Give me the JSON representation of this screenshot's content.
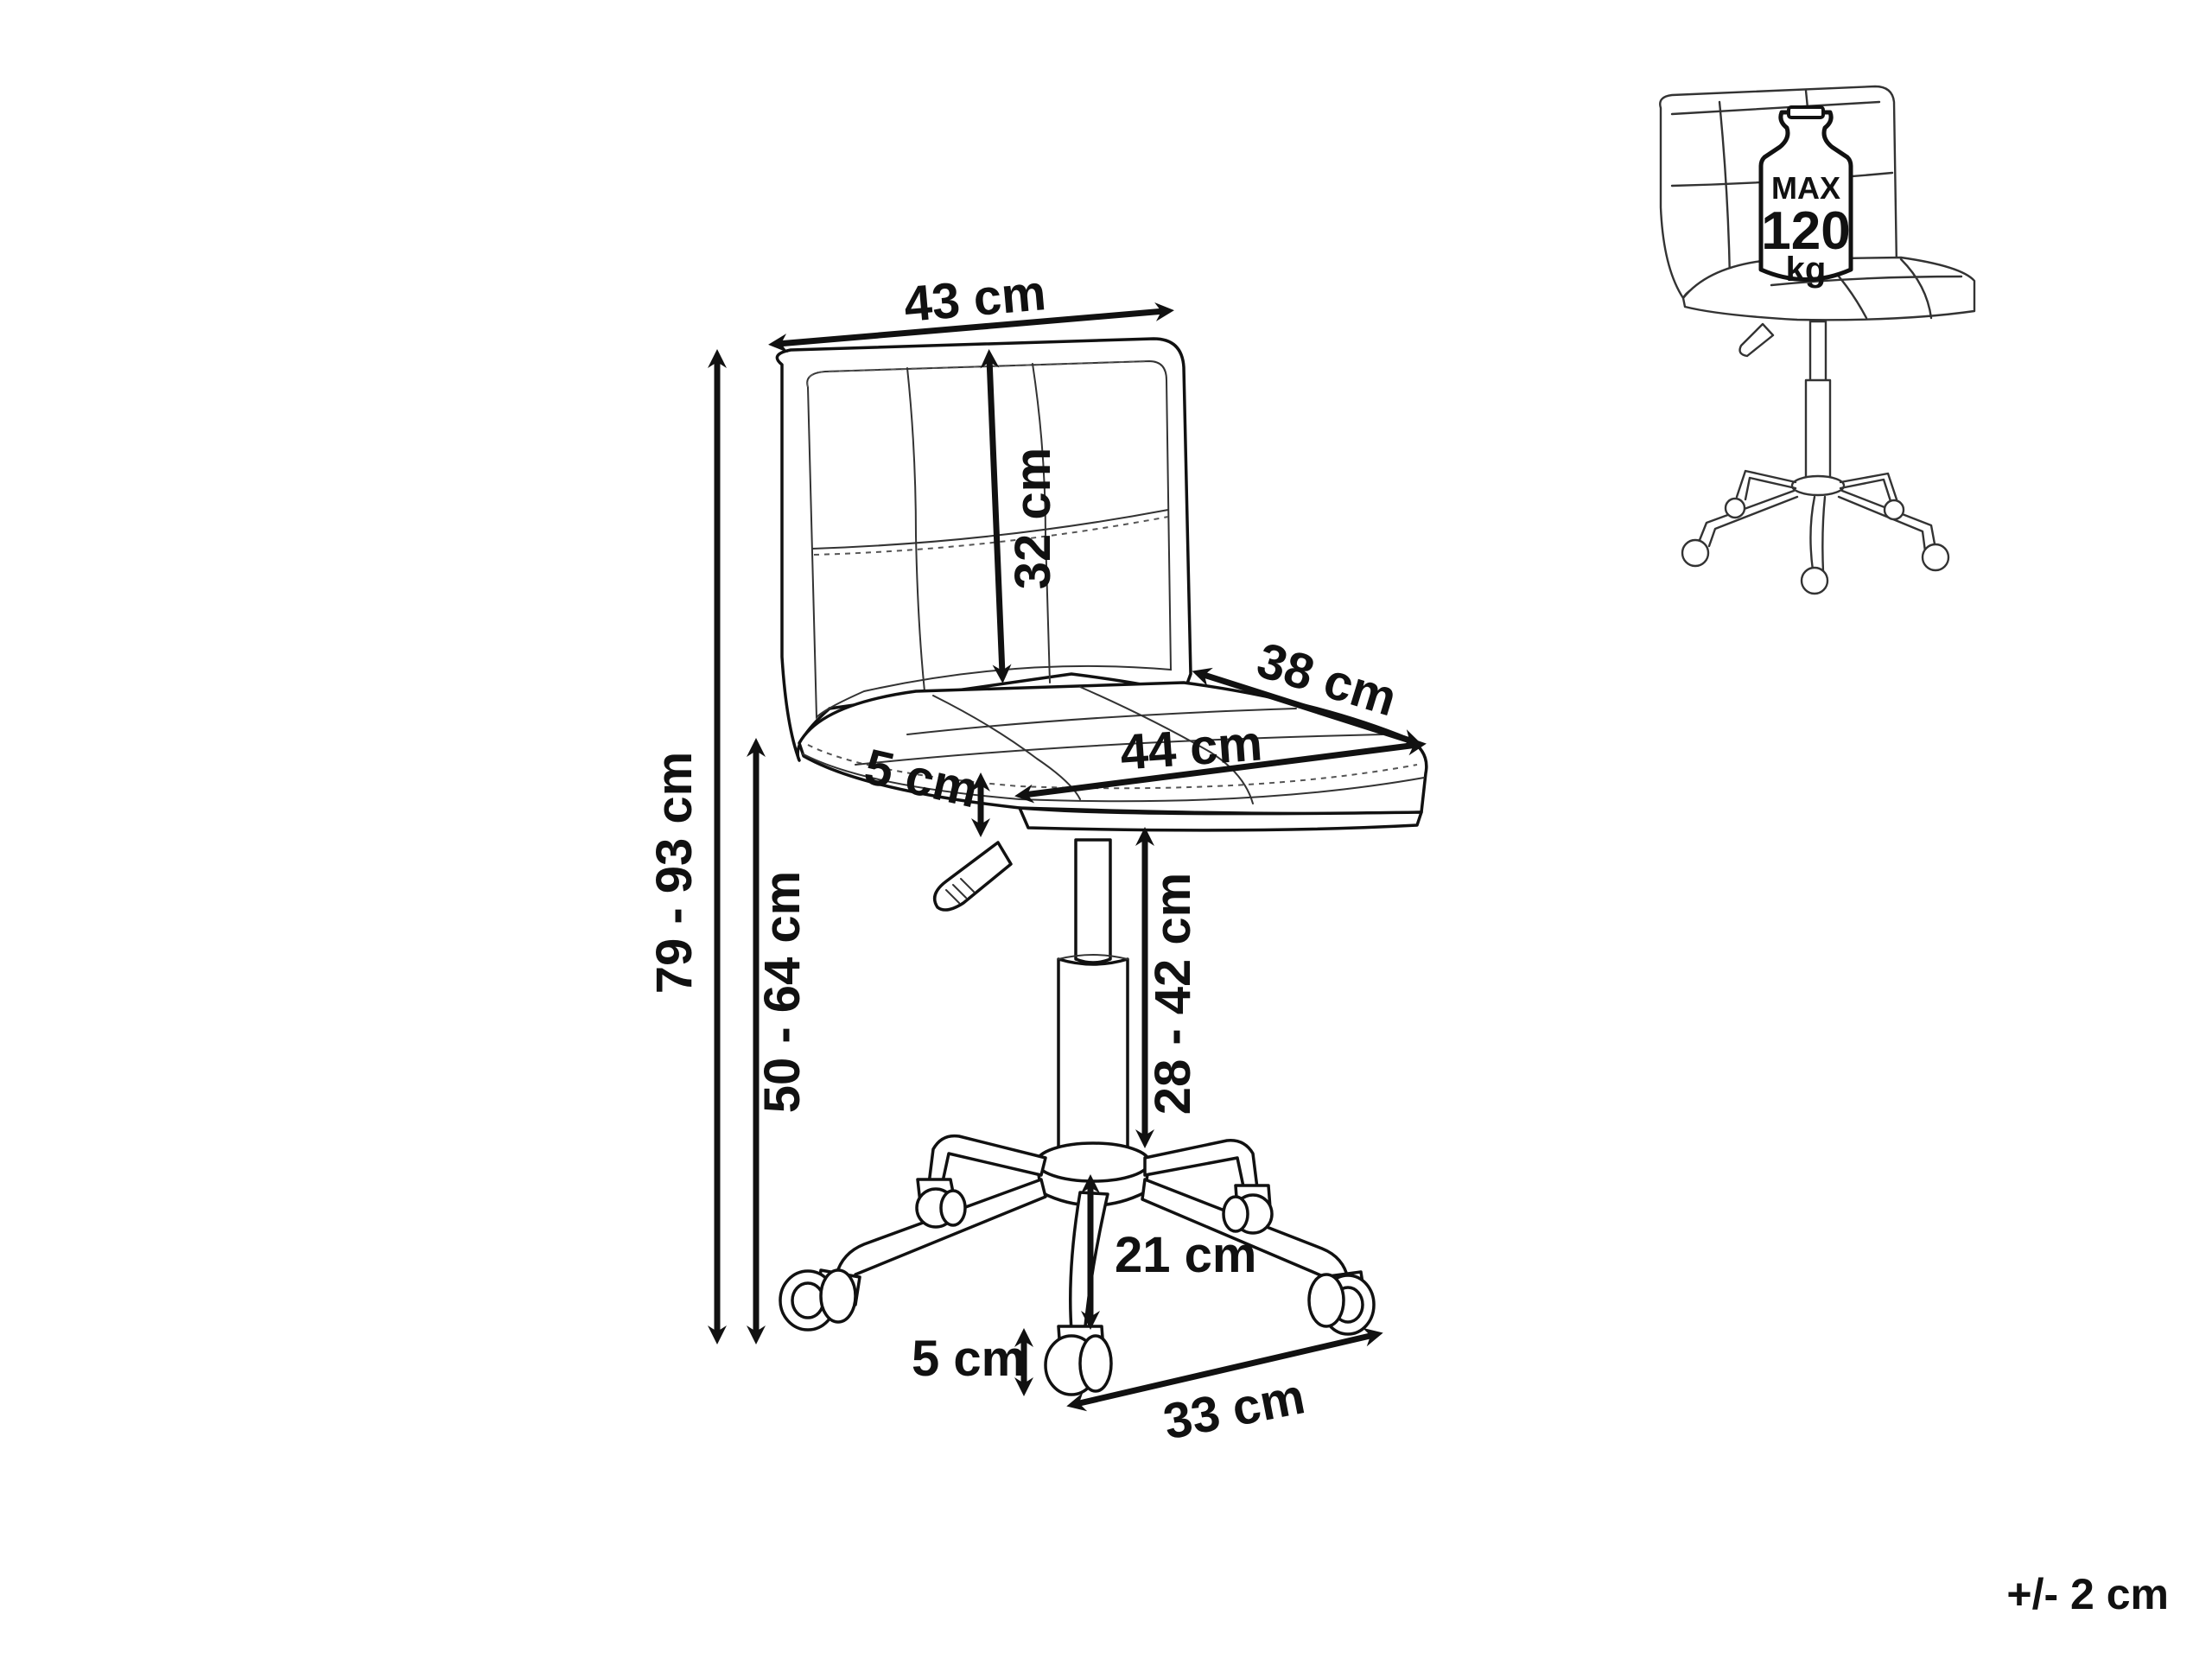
{
  "dimensions": {
    "back_width": "43 cm",
    "back_height": "32 cm",
    "seat_depth": "38 cm",
    "seat_width": "44 cm",
    "seat_thickness": "5 cm",
    "total_height": "79 - 93 cm",
    "seat_height": "50 - 64 cm",
    "gas_lift": "28 - 42 cm",
    "base_leg": "21 cm",
    "caster_height": "5 cm",
    "base_span": "33 cm"
  },
  "tolerance": "+/- 2 cm",
  "max_load": {
    "label": "MAX",
    "value": "120",
    "unit": "kg"
  },
  "icons": {
    "weight": "weight-icon",
    "chair_thumbnail": "chair-thumbnail-icon"
  }
}
